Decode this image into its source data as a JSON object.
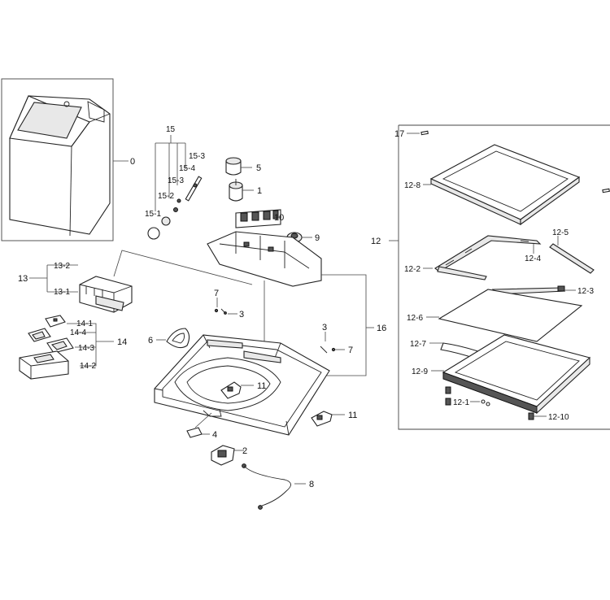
{
  "labels": {
    "p0": "0",
    "p1": "1",
    "p2": "2",
    "p3a": "3",
    "p3b": "3",
    "p4": "4",
    "p5": "5",
    "p6": "6",
    "p7a": "7",
    "p7b": "7",
    "p8": "8",
    "p9": "9",
    "p10": "10",
    "p11a": "11",
    "p11b": "11",
    "p12": "12",
    "p12_1": "12-1",
    "p12_2": "12-2",
    "p12_3": "12-3",
    "p12_4": "12-4",
    "p12_5": "12-5",
    "p12_6": "12-6",
    "p12_7": "12-7",
    "p12_8": "12-8",
    "p12_9": "12-9",
    "p12_10": "12-10",
    "p13": "13",
    "p13_1": "13-1",
    "p13_2": "13-2",
    "p14": "14",
    "p14_1": "14-1",
    "p14_2": "14-2",
    "p14_3": "14-3",
    "p14_4": "14-4",
    "p15": "15",
    "p15_1": "15-1",
    "p15_2": "15-2",
    "p15_3a": "15-3",
    "p15_3b": "15-3",
    "p15_4": "15-4",
    "p16": "16",
    "p17": "17"
  }
}
